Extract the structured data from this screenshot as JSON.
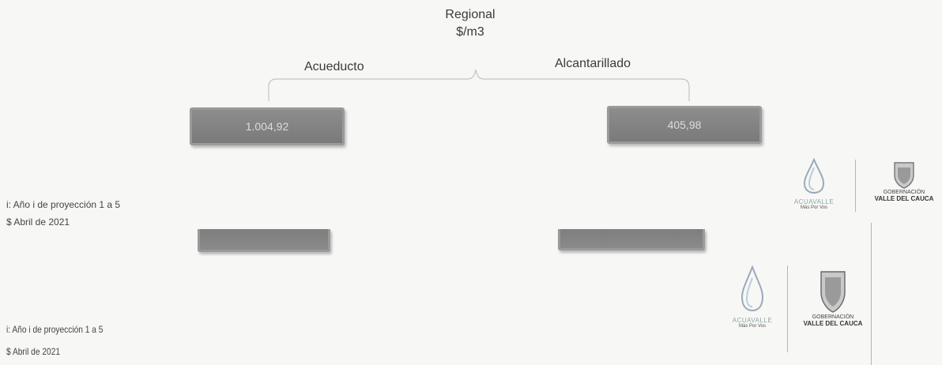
{
  "header": {
    "title_line1": "Regional",
    "title_line2": "$/m3"
  },
  "branches": {
    "left_label": "Acueducto",
    "right_label": "Alcantarillado"
  },
  "values": {
    "left": "1.004,92",
    "right": "405,98"
  },
  "notes_top": {
    "line1": "i: Año i de proyección 1 a 5",
    "line2": "$ Abril de 2021"
  },
  "notes_bottom": {
    "line1": "i: Año i de proyección 1 a 5",
    "line2": "$ Abril de 2021"
  },
  "logos": {
    "acuavalle_name": "ACUAVALLE",
    "acuavalle_tagline": "Más Por Vos",
    "gov_line1": "GOBERNACIÓN",
    "gov_line2": "VALLE DEL CAUCA"
  }
}
